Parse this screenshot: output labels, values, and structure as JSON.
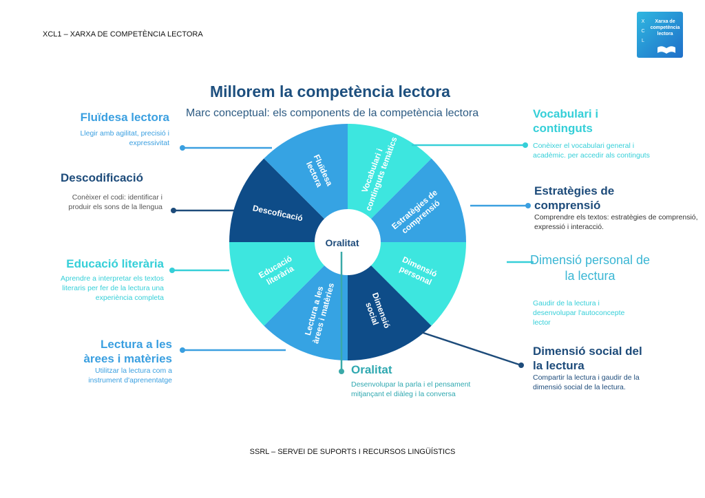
{
  "header": {
    "left": "XCL1 – XARXA DE COMPETÈNCIA LECTORA"
  },
  "logo": {
    "letters": [
      "X",
      "C",
      "L"
    ],
    "text": "Xarxa de competència lectora"
  },
  "footer": "SSRL – SERVEI DE SUPORTS I RECURSOS LINGÜÍSTICS",
  "diagram": {
    "title": "Millorem la competència lectora",
    "subtitle": "Marc conceptual: els components de la competència lectora",
    "center": "Oralitat",
    "colors": {
      "cyan": "#3de6df",
      "mid": "#36a3e3",
      "dark": "#0e4c88"
    },
    "sectors": [
      {
        "label": "Vocabulari i continguts temàtics",
        "color": "cyan"
      },
      {
        "label": "Estratègies de comprensió",
        "color": "mid"
      },
      {
        "label": "Dimensió personal",
        "color": "cyan"
      },
      {
        "label": "Dimensió social",
        "color": "dark"
      },
      {
        "label": "Lectura a les àrees i matèries",
        "color": "mid"
      },
      {
        "label": "Educació literària",
        "color": "cyan"
      },
      {
        "label": "Descoficació",
        "color": "dark"
      },
      {
        "label": "Fluïdesa lectora",
        "color": "mid"
      }
    ],
    "callouts": {
      "fluidesa": {
        "title": "Fluïdesa lectora",
        "text": "Llegir amb agilitat, precisió i expressivitat"
      },
      "descodificacio": {
        "title": "Descodificació",
        "text": "Conèixer el codi: identificar i produir els sons de la llengua"
      },
      "educacio": {
        "title": "Educació literària",
        "text": "Aprendre a interpretar els textos literaris per fer de la lectura una experiència completa"
      },
      "lectura": {
        "title": "Lectura a les àrees i matèries",
        "text": "Utilitzar la lectura com a instrument d'aprenentatge"
      },
      "vocabulari": {
        "title": "Vocabulari i continguts",
        "text": "Conèixer el vocabulari general i acadèmic. per accedir als continguts"
      },
      "estrategies": {
        "title": "Estratègies de comprensió",
        "text": "Comprendre els textos: estratègies de comprensió, expressió i interacció."
      },
      "personal": {
        "title": "Dimensió personal de la lectura",
        "text": "Gaudir de la lectura i desenvolupar l'autoconcepte lector"
      },
      "social": {
        "title": "Dimensió social del la lectura",
        "text": "Compartir la lectura i gaudir de la dimensió social de la lectura."
      },
      "oralitat": {
        "title": "Oralitat",
        "text": "Desenvolupar la parla i el pensament mitjançant el diàleg i la conversa"
      }
    }
  }
}
